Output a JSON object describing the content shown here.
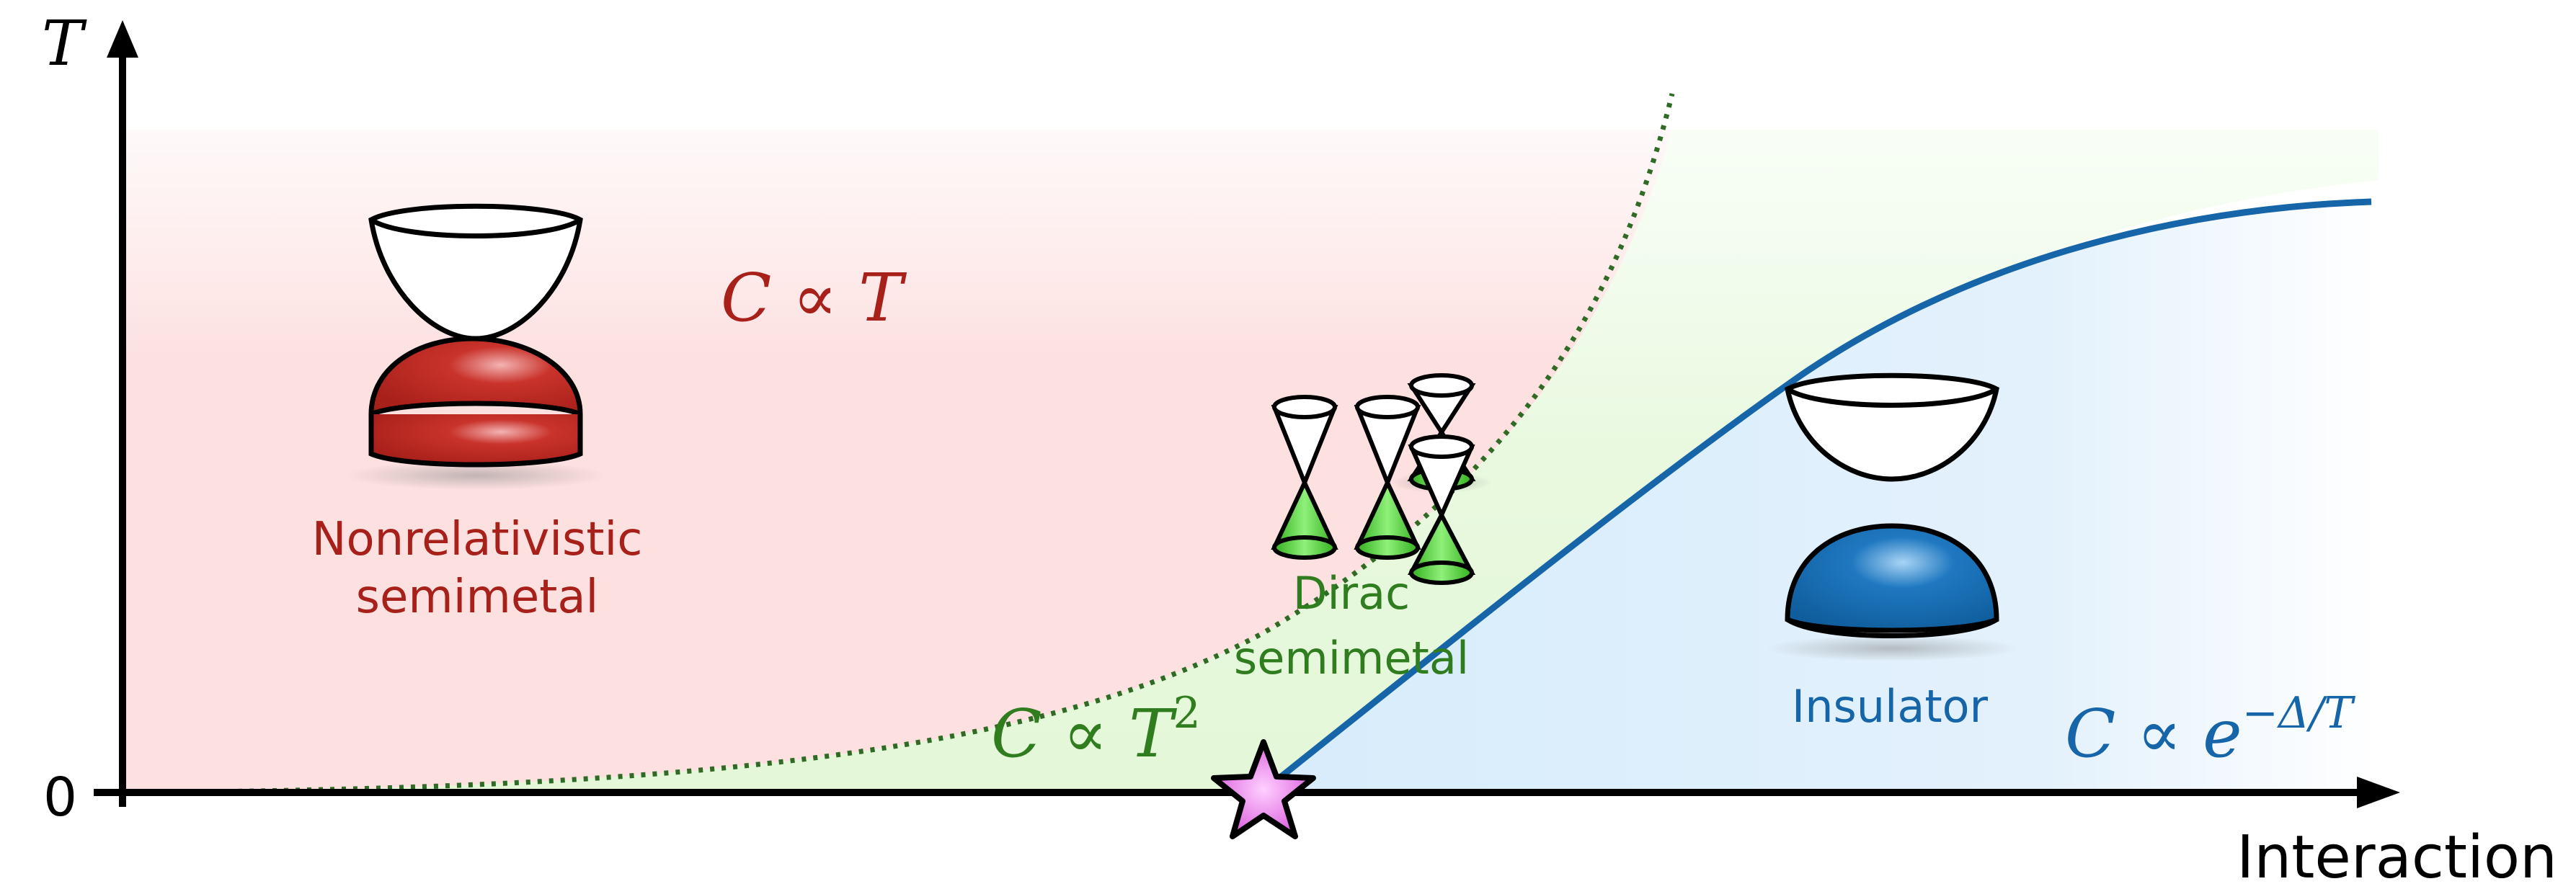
{
  "axes": {
    "y_label": "T",
    "x_label": "Interaction",
    "origin_label": "0"
  },
  "phases": {
    "nonrelativistic": {
      "name_line1": "Nonrelativistic",
      "name_line2": "semimetal",
      "heat_capacity": "C ∝ T",
      "color": "#a8201a"
    },
    "dirac": {
      "name_line1": "Dirac",
      "name_line2": "semimetal",
      "heat_capacity_base": "C ∝ T",
      "heat_capacity_exp": "2",
      "color": "#2f7d1f"
    },
    "insulator": {
      "name": "Insulator",
      "heat_capacity_base": "C ∝ e",
      "heat_capacity_exp": "−Δ/T",
      "color": "#1565a8"
    }
  },
  "critical_point": {
    "marker": "star-icon",
    "color": "#e07ae8"
  }
}
